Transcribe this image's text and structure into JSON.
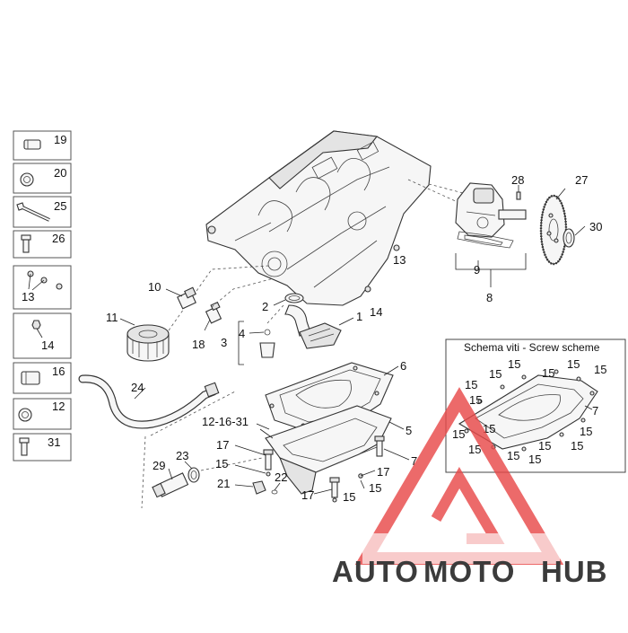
{
  "legend_items": [
    {
      "num": "19",
      "icon": "plug-icon"
    },
    {
      "num": "20",
      "icon": "washer-icon"
    },
    {
      "num": "25",
      "icon": "long-bolt-icon"
    },
    {
      "num": "26",
      "icon": "short-bolt-icon"
    },
    {
      "num": "13",
      "icon": "dowel-pins-icon"
    },
    {
      "num": "14",
      "icon": "nut-icon"
    },
    {
      "num": "16",
      "icon": "plug-icon"
    },
    {
      "num": "12",
      "icon": "washer-icon"
    },
    {
      "num": "31",
      "icon": "short-bolt-icon"
    }
  ],
  "callouts": {
    "c1": "1",
    "c2": "2",
    "c3": "3",
    "c4": "4",
    "c5": "5",
    "c6": "6",
    "c7": "7",
    "c8": "8",
    "c9": "9",
    "c10": "10",
    "c11": "11",
    "c13": "13",
    "c14": "14",
    "c15a": "15",
    "c15b": "15",
    "c15c": "15",
    "c17a": "17",
    "c17b": "17",
    "c17c": "17",
    "c18": "18",
    "c21": "21",
    "c22": "22",
    "c23": "23",
    "c24": "24",
    "c27": "27",
    "c28": "28",
    "c29": "29",
    "c30": "30",
    "c12_16_31": "12-16-31"
  },
  "screw_scheme": {
    "title": "Schema viti - Screw scheme",
    "labels": [
      "15",
      "15",
      "15",
      "15",
      "15",
      "15",
      "15",
      "15",
      "15",
      "15",
      "15",
      "15",
      "15",
      "15",
      "15"
    ],
    "label_7": "7"
  },
  "watermark": {
    "auto": "AUTO",
    "moto": "MOTO",
    "hub": "HUB",
    "colors": {
      "triangle": "#e84a4a",
      "auto": "#f2b45a",
      "moto": "#e84a4a",
      "hub": "#4a4a4a"
    }
  }
}
